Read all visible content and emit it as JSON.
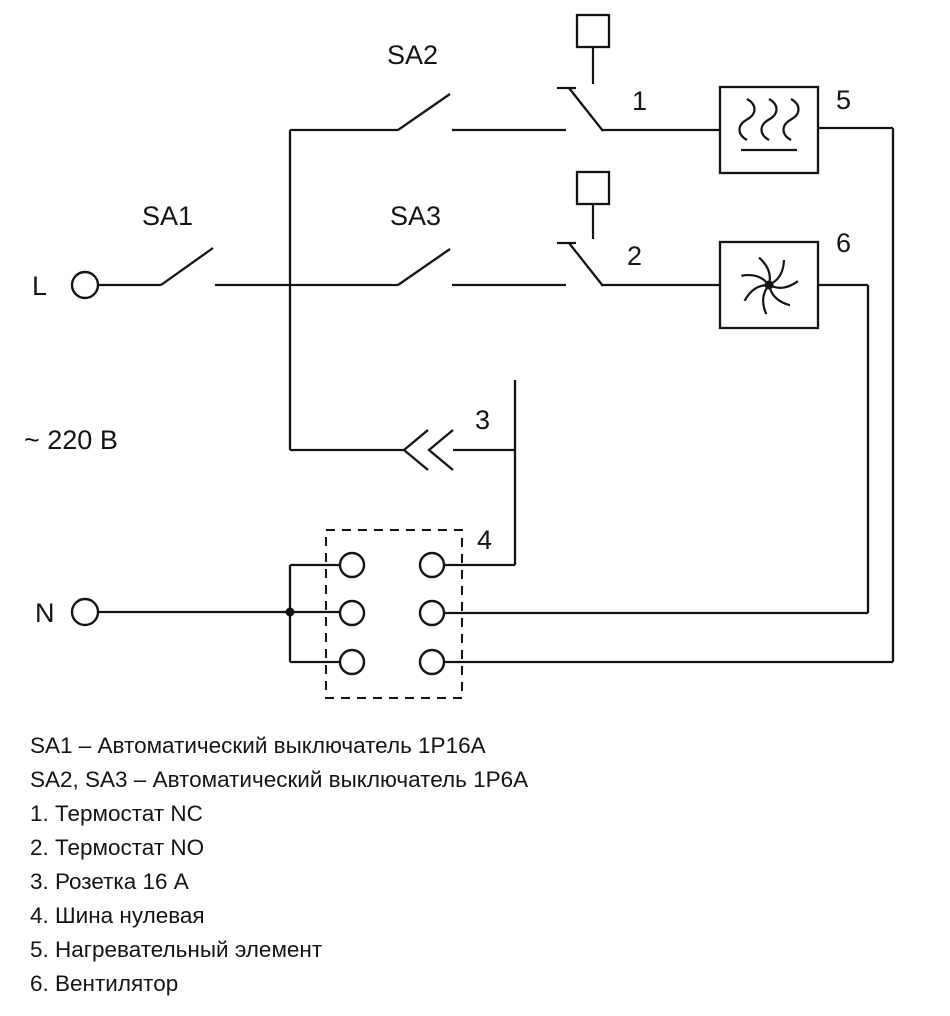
{
  "colors": {
    "line": "#141414",
    "background": "#ffffff"
  },
  "diagram": {
    "terminals": {
      "live": "L",
      "neutral": "N"
    },
    "voltage": "~ 220 В",
    "switches": {
      "sa1": "SA1",
      "sa2": "SA2",
      "sa3": "SA3"
    },
    "callouts": {
      "thermostat_nc": "1",
      "thermostat_no": "2",
      "socket": "3",
      "neutral_bus": "4",
      "heater": "5",
      "fan": "6"
    }
  },
  "legend": {
    "items": [
      "SA1 – Автоматический выключатель 1Р16А",
      "SA2, SA3 – Автоматический выключатель 1Р6А",
      "1. Термостат NC",
      "2. Термостат NO",
      "3. Розетка 16 А",
      "4. Шина нулевая",
      "5. Нагревательный элемент",
      "6. Вентилятор"
    ]
  }
}
